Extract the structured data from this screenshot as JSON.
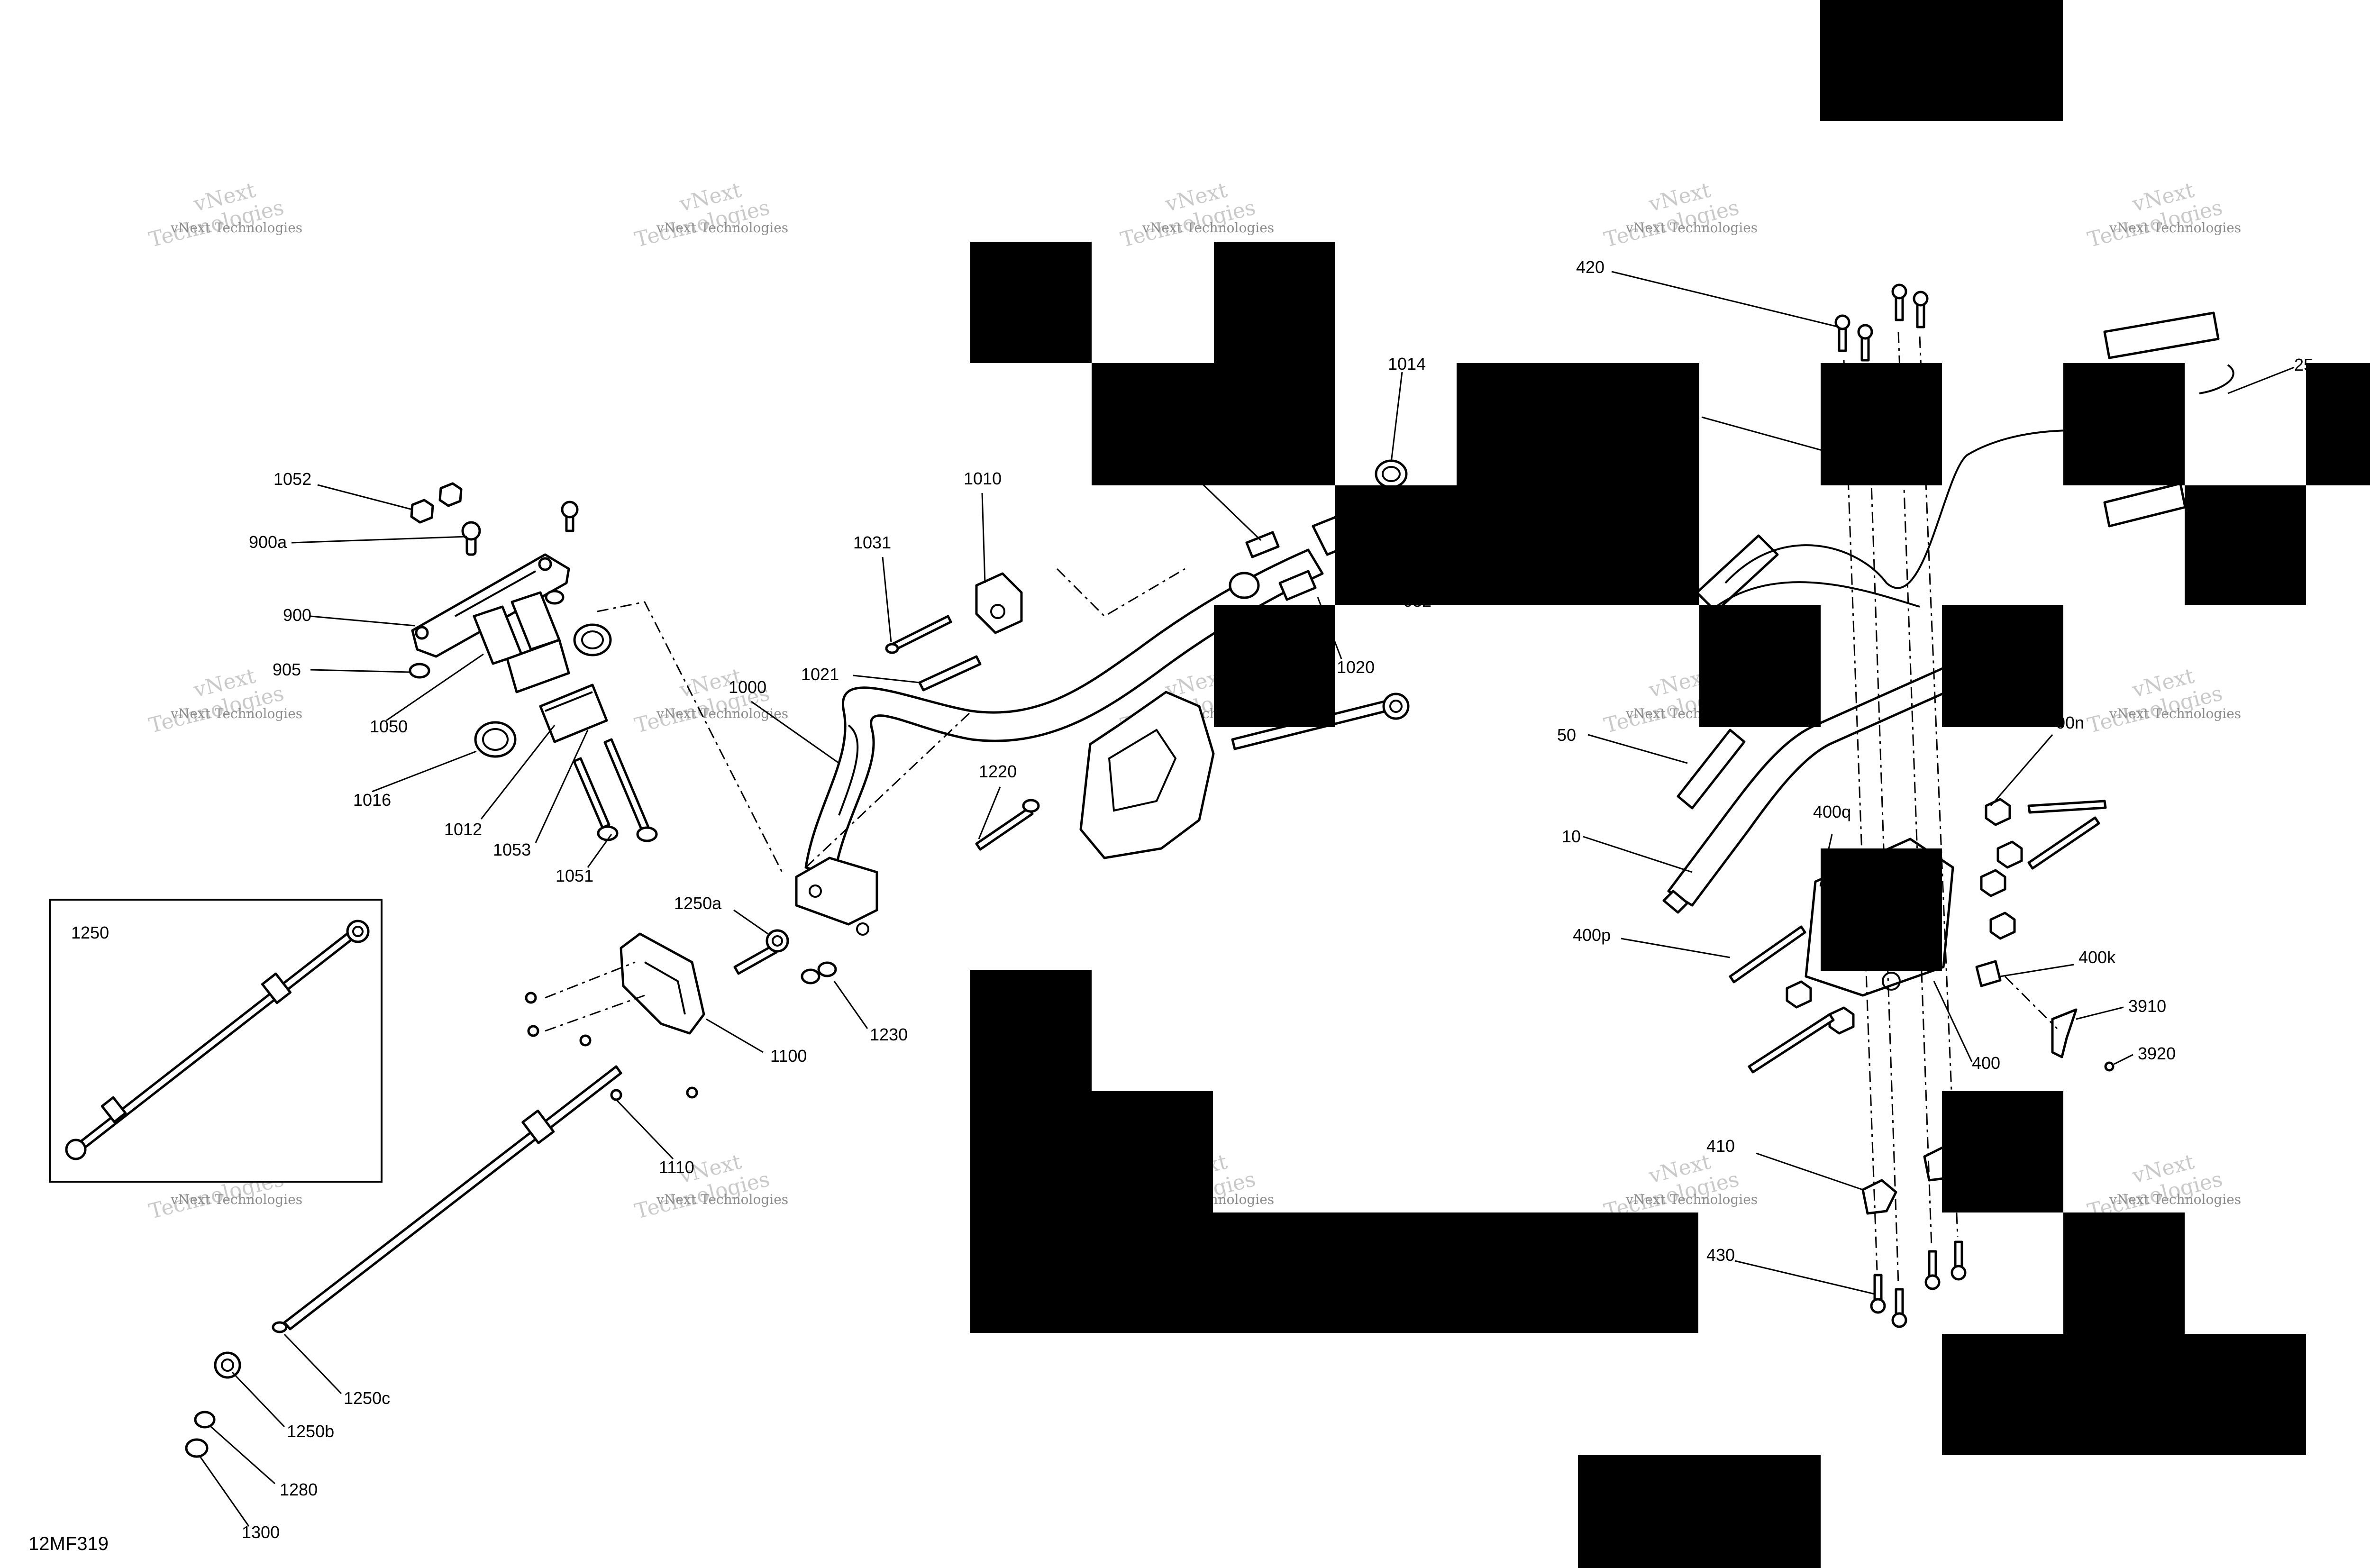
{
  "diagram_id": "12MF319",
  "watermark": {
    "line1": "vNext Technologies",
    "line2": "Technologies",
    "line3": "vNext"
  },
  "callouts": {
    "c1052": "1052",
    "c900a": "900a",
    "c900": "900",
    "c905": "905",
    "c1050": "1050",
    "c1016": "1016",
    "c1012": "1012",
    "c1053": "1053",
    "c1051": "1051",
    "c1031": "1031",
    "c1010": "1010",
    "c1021": "1021",
    "c1000": "1000",
    "c1014": "1014",
    "c1020": "1020",
    "c1220": "1220",
    "c1250a": "1250a",
    "c1230": "1230",
    "c1100": "1100",
    "c1110": "1110",
    "c1250": "1250",
    "c1250c": "1250c",
    "c1250b": "1250b",
    "c1280": "1280",
    "c1300": "1300",
    "c420": "420",
    "c25": "25",
    "c50": "50",
    "c10": "10",
    "c400n": "00n",
    "c400q": "400q",
    "c400p": "400p",
    "c400k": "400k",
    "c3910": "3910",
    "c3920": "3920",
    "c400": "400",
    "c410": "410",
    "c430": "430",
    "c1032": "032"
  },
  "colors": {
    "ink": "#000000",
    "paper": "#ffffff",
    "watermark": "#8c8c8c"
  }
}
